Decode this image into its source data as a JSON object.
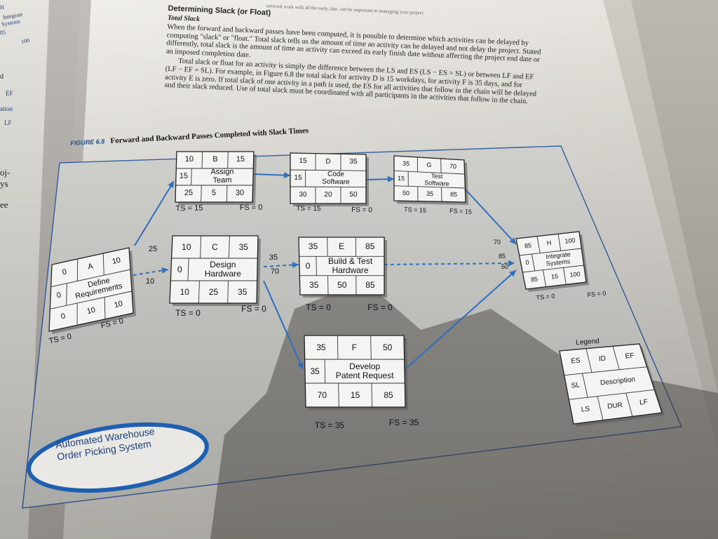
{
  "page": {
    "running_head": "network work with all the early, late, can be important to managing your project.",
    "heading": "Determining Slack (or Float)",
    "subheading": "Total Slack",
    "paragraph1": "When the forward and backward passes have been computed, it is possible to determine which activities can be delayed by computing \"slack\" or \"float.\" Total slack tells us the amount of time an activity can be delayed and not delay the project. Stated differently, total slack is the amount of time an activity can exceed its early finish date without affecting the project end date or an imposed completion date.",
    "paragraph2": "Total slack or float for an activity is simply the difference between the LS and ES (LS − ES = SL) or between LF and EF (LF − EF = SL). For example, in Figure 6.8 the total slack for activity D is 15 workdays, for activity F is 35 days, and for activity E is zero. If total slack of one activity in a path is used, the ES for all activities that follow in the chain will be delayed and their slack reduced. Use of total slack must be coordinated with all participants in the activities that follow in the chain."
  },
  "left_page": {
    "fragments": [
      "H",
      "Integrate",
      "Systems",
      "85",
      "100",
      "d",
      "EF",
      "ation",
      "LF",
      "oj-",
      "ys",
      "ee"
    ]
  },
  "figure": {
    "label": "FIGURE 6.8",
    "title": "Forward and Backward Passes Completed with Slack Times",
    "project_name_line1": "Automated Warehouse",
    "project_name_line2": "Order Picking System"
  },
  "activities": {
    "A": {
      "id": "A",
      "es": "0",
      "ef": "10",
      "sl": "0",
      "desc": [
        "Define",
        "Requirements"
      ],
      "ls": "0",
      "dur": "10",
      "lf": "10",
      "ts": "TS = 0",
      "fs": "FS = 0"
    },
    "B": {
      "id": "B",
      "es": "10",
      "ef": "15",
      "sl": "15",
      "desc": [
        "Assign",
        "Team"
      ],
      "ls": "25",
      "dur": "5",
      "lf": "30",
      "ts": "TS = 15",
      "fs": "FS = 0"
    },
    "C": {
      "id": "C",
      "es": "10",
      "ef": "35",
      "sl": "0",
      "desc": [
        "Design",
        "Hardware"
      ],
      "ls": "10",
      "dur": "25",
      "lf": "35",
      "ts": "TS = 0",
      "fs": "FS = 0"
    },
    "D": {
      "id": "D",
      "es": "15",
      "ef": "35",
      "sl": "15",
      "desc": [
        "Code",
        "Software"
      ],
      "ls": "30",
      "dur": "20",
      "lf": "50",
      "ts": "TS = 15",
      "fs": "FS = 0"
    },
    "E": {
      "id": "E",
      "es": "35",
      "ef": "85",
      "sl": "0",
      "desc": [
        "Build & Test",
        "Hardware"
      ],
      "ls": "35",
      "dur": "50",
      "lf": "85",
      "ts": "TS = 0",
      "fs": "FS = 0"
    },
    "F": {
      "id": "F",
      "es": "35",
      "ef": "50",
      "sl": "35",
      "desc": [
        "Develop",
        "Patent Request"
      ],
      "ls": "70",
      "dur": "15",
      "lf": "85",
      "ts": "TS = 35",
      "fs": "FS = 35"
    },
    "G": {
      "id": "G",
      "es": "35",
      "ef": "70",
      "sl": "15",
      "desc": [
        "Test",
        "Software"
      ],
      "ls": "50",
      "dur": "35",
      "lf": "85",
      "ts": "TS = 15",
      "fs": "FS = 15"
    },
    "H": {
      "id": "H",
      "es": "85",
      "ef": "100",
      "sl": "0",
      "desc": [
        "Integrate",
        "Systems"
      ],
      "ls": "85",
      "dur": "15",
      "lf": "100",
      "ts": "TS = 0",
      "fs": "FS = 0"
    }
  },
  "arrow_labels": {
    "a_to_b": "25",
    "a_to_c": "10",
    "c_to_e_top": "35",
    "c_to_e_bottom": "70",
    "into_h_top": "70",
    "into_h_mid": "85",
    "into_h_bottom": "50"
  },
  "legend": {
    "title": "Legend",
    "es": "ES",
    "id": "ID",
    "ef": "EF",
    "sl": "SL",
    "desc": "Description",
    "ls": "LS",
    "dur": "DUR",
    "lf": "LF"
  },
  "colors": {
    "page": "#e9e7e2",
    "figure_panel": "#dcdcd8",
    "node": "#f4f4f2",
    "arrow": "#2f6fbf",
    "frame": "#3a66b0",
    "ellipse": "#1f5fb0"
  }
}
